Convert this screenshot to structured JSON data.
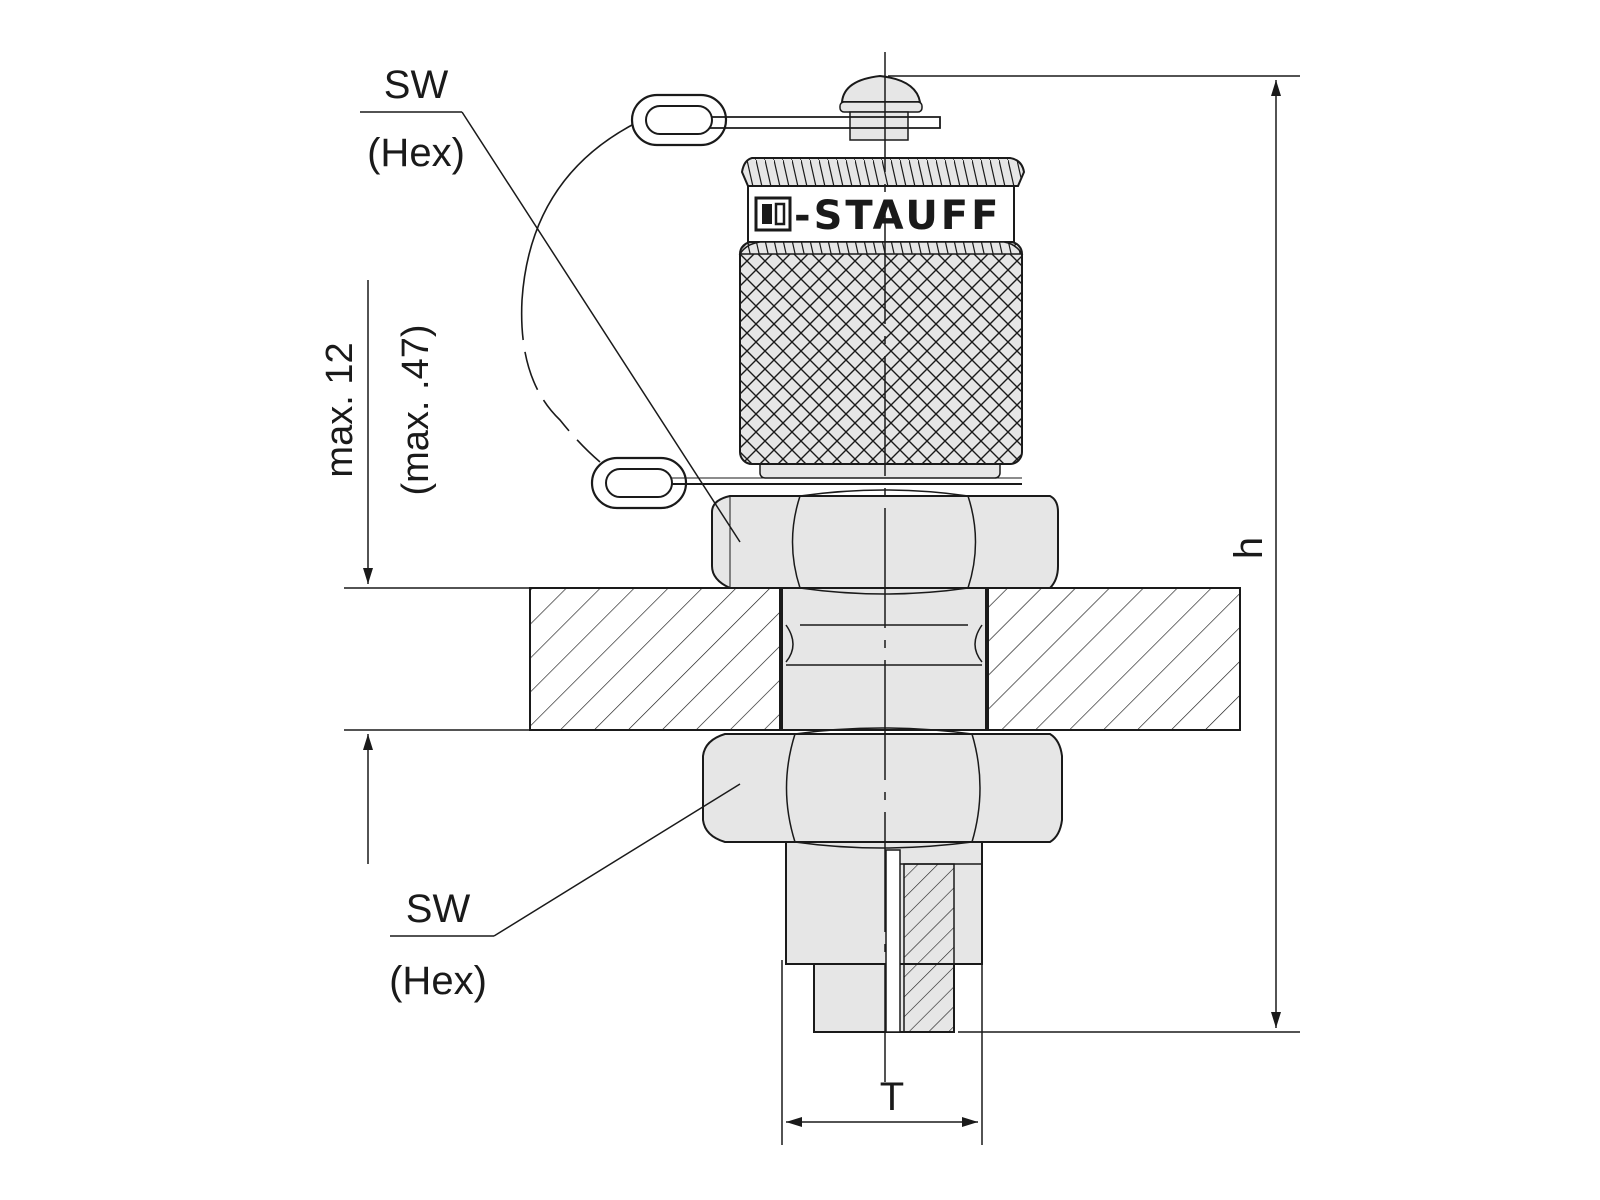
{
  "callouts": {
    "upper": {
      "line1": "SW",
      "line2": "(Hex)"
    },
    "lower": {
      "line1": "SW",
      "line2": "(Hex)"
    }
  },
  "dimensions": {
    "panel_thickness_mm": "max. 12",
    "panel_thickness_in": "(max. .47)",
    "height": "h",
    "thread": "T"
  },
  "brand": {
    "text": "-STAUFF",
    "logo_icon": "stauff-logo-icon"
  },
  "colors": {
    "line": "#1a1a1a",
    "part_fill": "#e6e6e6",
    "band_fill": "#ffffff",
    "background": "#ffffff"
  }
}
